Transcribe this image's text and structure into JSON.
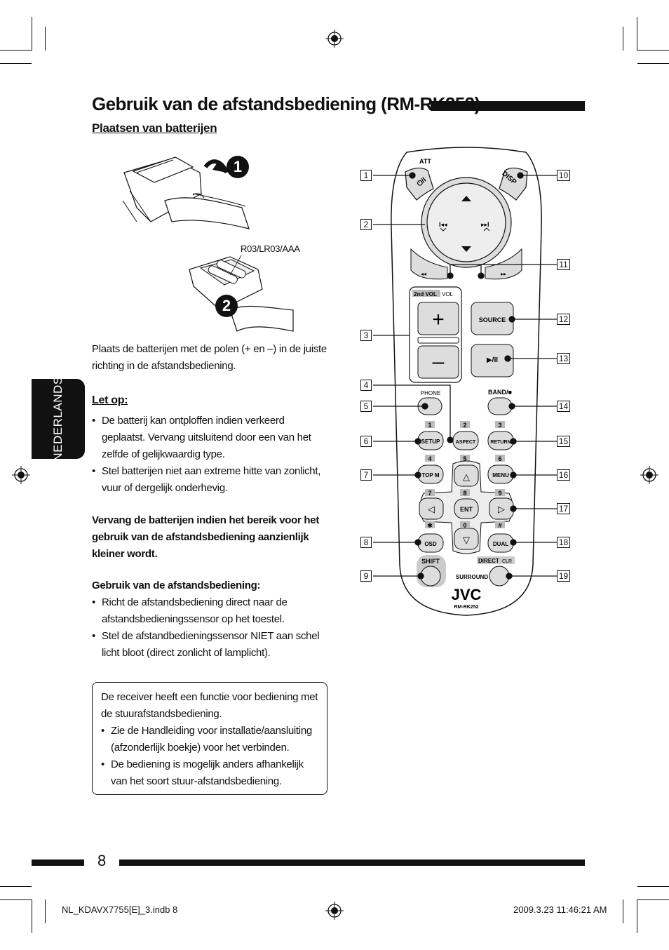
{
  "page": {
    "title": "Gebruik van de afstandsbediening (RM-RK252)",
    "subheading": "Plaatsen van batterijen",
    "battery_label": "R03/LR03/AAA",
    "steps": [
      "1",
      "2"
    ],
    "intro": "Plaats de batterijen met de polen (+ en –) in de juiste richting in de afstandsbediening.",
    "caution_heading": "Let op:",
    "caution_items": [
      "De batterij kan ontploffen indien verkeerd geplaatst. Vervang uitsluitend door een van het zelfde of gelijkwaardig type.",
      "Stel batterijen niet aan extreme hitte van zonlicht, vuur of dergelijk onderhevig."
    ],
    "replace_note": "Vervang de batterijen indien het bereik voor het gebruik van de afstandsbediening aanzienlijk kleiner wordt.",
    "usage_heading": "Gebruik van de afstandsbediening:",
    "usage_items": [
      "Richt de afstandsbediening direct naar de afstandsbedieningssensor op het toestel.",
      "Stel de afstandbedieningssensor NIET aan schel licht bloot (direct zonlicht of lamplicht)."
    ],
    "box_intro": "De receiver heeft een functie voor bediening met de stuurafstandsbediening.",
    "box_items": [
      "Zie de Handleiding voor installatie/aansluiting (afzonderlijk boekje) voor het verbinden.",
      "De bediening is mogelijk anders afhankelijk van het soort stuur-afstandsbediening."
    ],
    "side_tab": "NEDERLANDS",
    "page_number": "8",
    "footer_left": "NL_KDAVX7755[E]_3.indb   8",
    "footer_right": "2009.3.23   11:46:21 AM"
  },
  "remote": {
    "att": "ATT",
    "disp": "DISP",
    "power_symbol": "⏻/I",
    "vol_2nd": "2nd VOL",
    "vol": "VOL",
    "vol_plus": "+",
    "vol_minus": "–",
    "source": "SOURCE",
    "play_pause": "▶/II",
    "phone": "PHONE",
    "band": "BAND/■",
    "digits": [
      "1",
      "2",
      "3",
      "4",
      "5",
      "6",
      "7",
      "8",
      "9",
      "0"
    ],
    "star": "✱",
    "hash": "#",
    "setup": "SETUP",
    "aspect": "ASPECT",
    "return": "RETURN",
    "topm": "TOP M",
    "menu": "MENU",
    "ent": "ENT",
    "osd": "OSD",
    "dual": "DUAL",
    "shift": "SHIFT",
    "direct": "DIRECT",
    "clr": "CLR",
    "surround": "SURROUND",
    "brand": "JVC",
    "model": "RM-RK252",
    "callouts_left": [
      "1",
      "2",
      "3",
      "4",
      "5",
      "6",
      "7",
      "8",
      "9"
    ],
    "callouts_right": [
      "10",
      "11",
      "12",
      "13",
      "14",
      "15",
      "16",
      "17",
      "18",
      "19"
    ]
  }
}
